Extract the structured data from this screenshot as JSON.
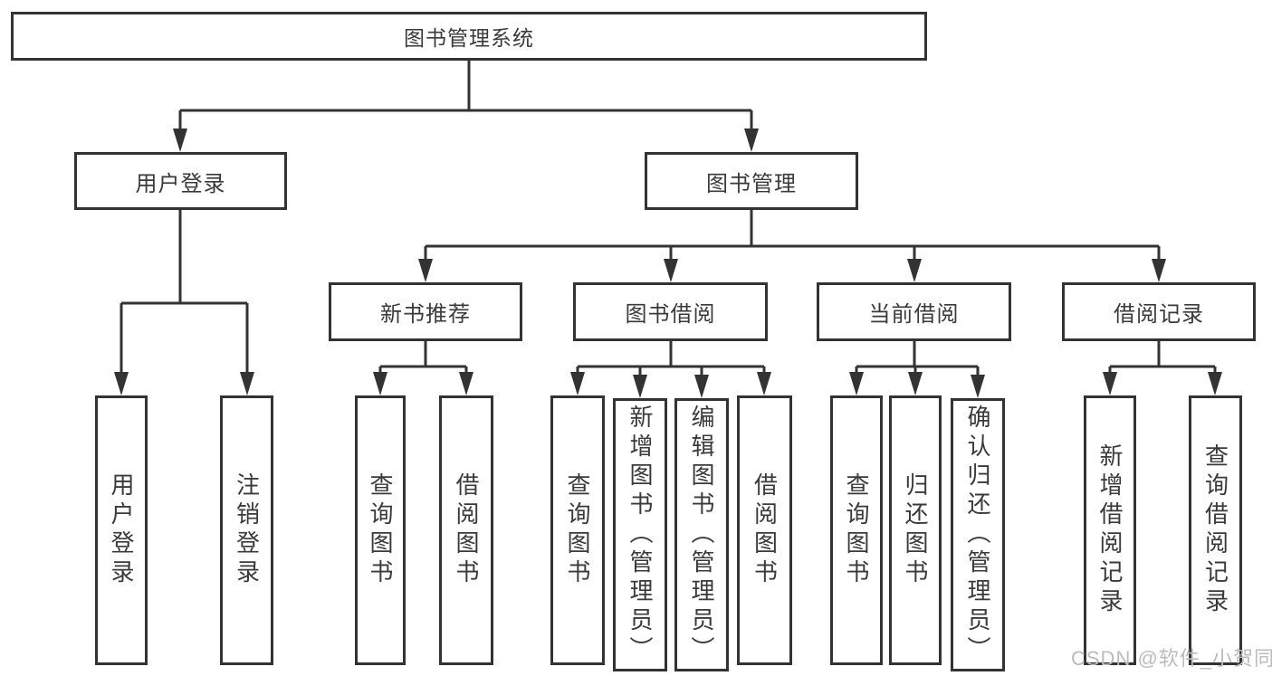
{
  "diagram": {
    "root_label": "图书管理系统",
    "user_login": {
      "label": "用户登录",
      "children": [
        {
          "label": "用户登录"
        },
        {
          "label": "注销登录"
        }
      ]
    },
    "book_mgmt": {
      "label": "图书管理",
      "sections": [
        {
          "label": "新书推荐",
          "children": [
            {
              "label": "查询图书"
            },
            {
              "label": "借阅图书"
            }
          ]
        },
        {
          "label": "图书借阅",
          "children": [
            {
              "label": "查询图书"
            },
            {
              "label": "新增图书（管理员）"
            },
            {
              "label": "编辑图书（管理员）"
            },
            {
              "label": "借阅图书"
            }
          ]
        },
        {
          "label": "当前借阅",
          "children": [
            {
              "label": "查询图书"
            },
            {
              "label": "归还图书"
            },
            {
              "label": "确认归还（管理员）"
            }
          ]
        },
        {
          "label": "借阅记录",
          "children": [
            {
              "label": "新增借阅记录"
            },
            {
              "label": "查询借阅记录"
            }
          ]
        }
      ]
    },
    "watermark": "CSDN @软件_小贺同学"
  },
  "colors": {
    "line": "#333333",
    "text": "#3a3a3a",
    "watermark": "#b9bcc0",
    "background": "#ffffff"
  }
}
